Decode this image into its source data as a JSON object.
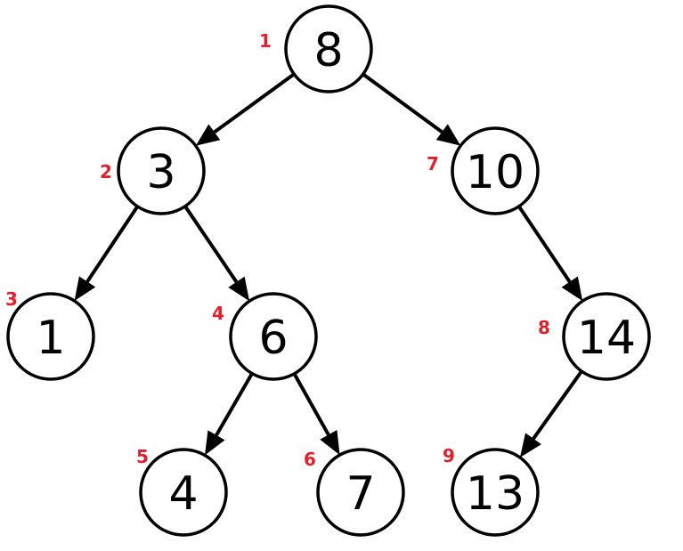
{
  "diagram": {
    "type": "binary-search-tree",
    "label_color": "#e0212d",
    "nodes": [
      {
        "id": "n8",
        "value": "8",
        "order": "1"
      },
      {
        "id": "n3",
        "value": "3",
        "order": "2"
      },
      {
        "id": "n1",
        "value": "1",
        "order": "3"
      },
      {
        "id": "n6",
        "value": "6",
        "order": "4"
      },
      {
        "id": "n4",
        "value": "4",
        "order": "5"
      },
      {
        "id": "n7",
        "value": "7",
        "order": "6"
      },
      {
        "id": "n10",
        "value": "10",
        "order": "7"
      },
      {
        "id": "n14",
        "value": "14",
        "order": "8"
      },
      {
        "id": "n13",
        "value": "13",
        "order": "9"
      }
    ],
    "edges": [
      {
        "from": "n8",
        "to": "n3"
      },
      {
        "from": "n8",
        "to": "n10"
      },
      {
        "from": "n3",
        "to": "n1"
      },
      {
        "from": "n3",
        "to": "n6"
      },
      {
        "from": "n6",
        "to": "n4"
      },
      {
        "from": "n6",
        "to": "n7"
      },
      {
        "from": "n10",
        "to": "n14"
      },
      {
        "from": "n14",
        "to": "n13"
      }
    ]
  }
}
